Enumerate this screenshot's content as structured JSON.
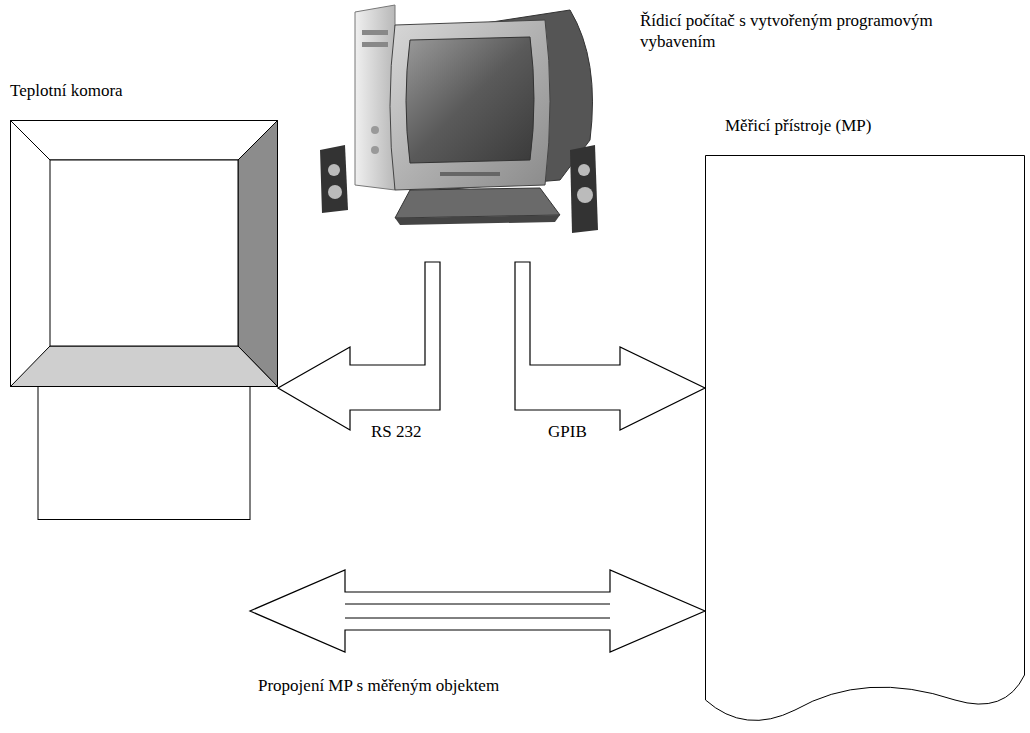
{
  "diagram": {
    "nodes": [
      {
        "text": [
          "Řídicí počítač s vytvořeným programovým vybavením"
        ]
      },
      {
        "text": [
          "Teplotní komora"
        ]
      },
      {
        "text": [
          "Měřicí přístroje (MP)"
        ]
      }
    ],
    "edges": [
      {
        "from": 0,
        "to": 1,
        "label": "RS 232",
        "arrow": "to"
      },
      {
        "from": 0,
        "to": 2,
        "label": "GPIB",
        "arrow": "to"
      },
      {
        "from": 1,
        "to": 2,
        "label": "Propojení MP s měřeným objektem",
        "arrow": "both"
      }
    ]
  }
}
